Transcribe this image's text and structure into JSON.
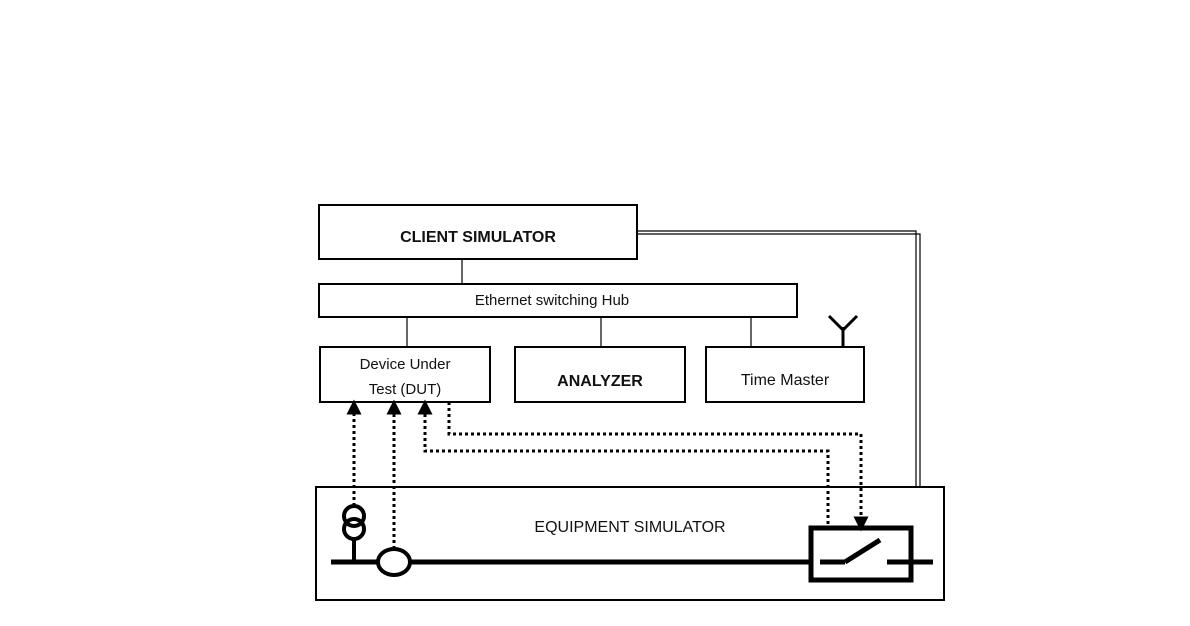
{
  "client_simulator": {
    "label": "CLIENT SIMULATOR"
  },
  "hub": {
    "label": "Ethernet switching Hub"
  },
  "dut": {
    "line1": "Device Under",
    "line2": "Test (DUT)"
  },
  "analyzer": {
    "label": "ANALYZER"
  },
  "time_master": {
    "label": "Time Master"
  },
  "equipment_simulator": {
    "label": "EQUIPMENT SIMULATOR"
  },
  "colors": {
    "stroke": "#000000",
    "text": "#111111",
    "background": "#ffffff"
  }
}
